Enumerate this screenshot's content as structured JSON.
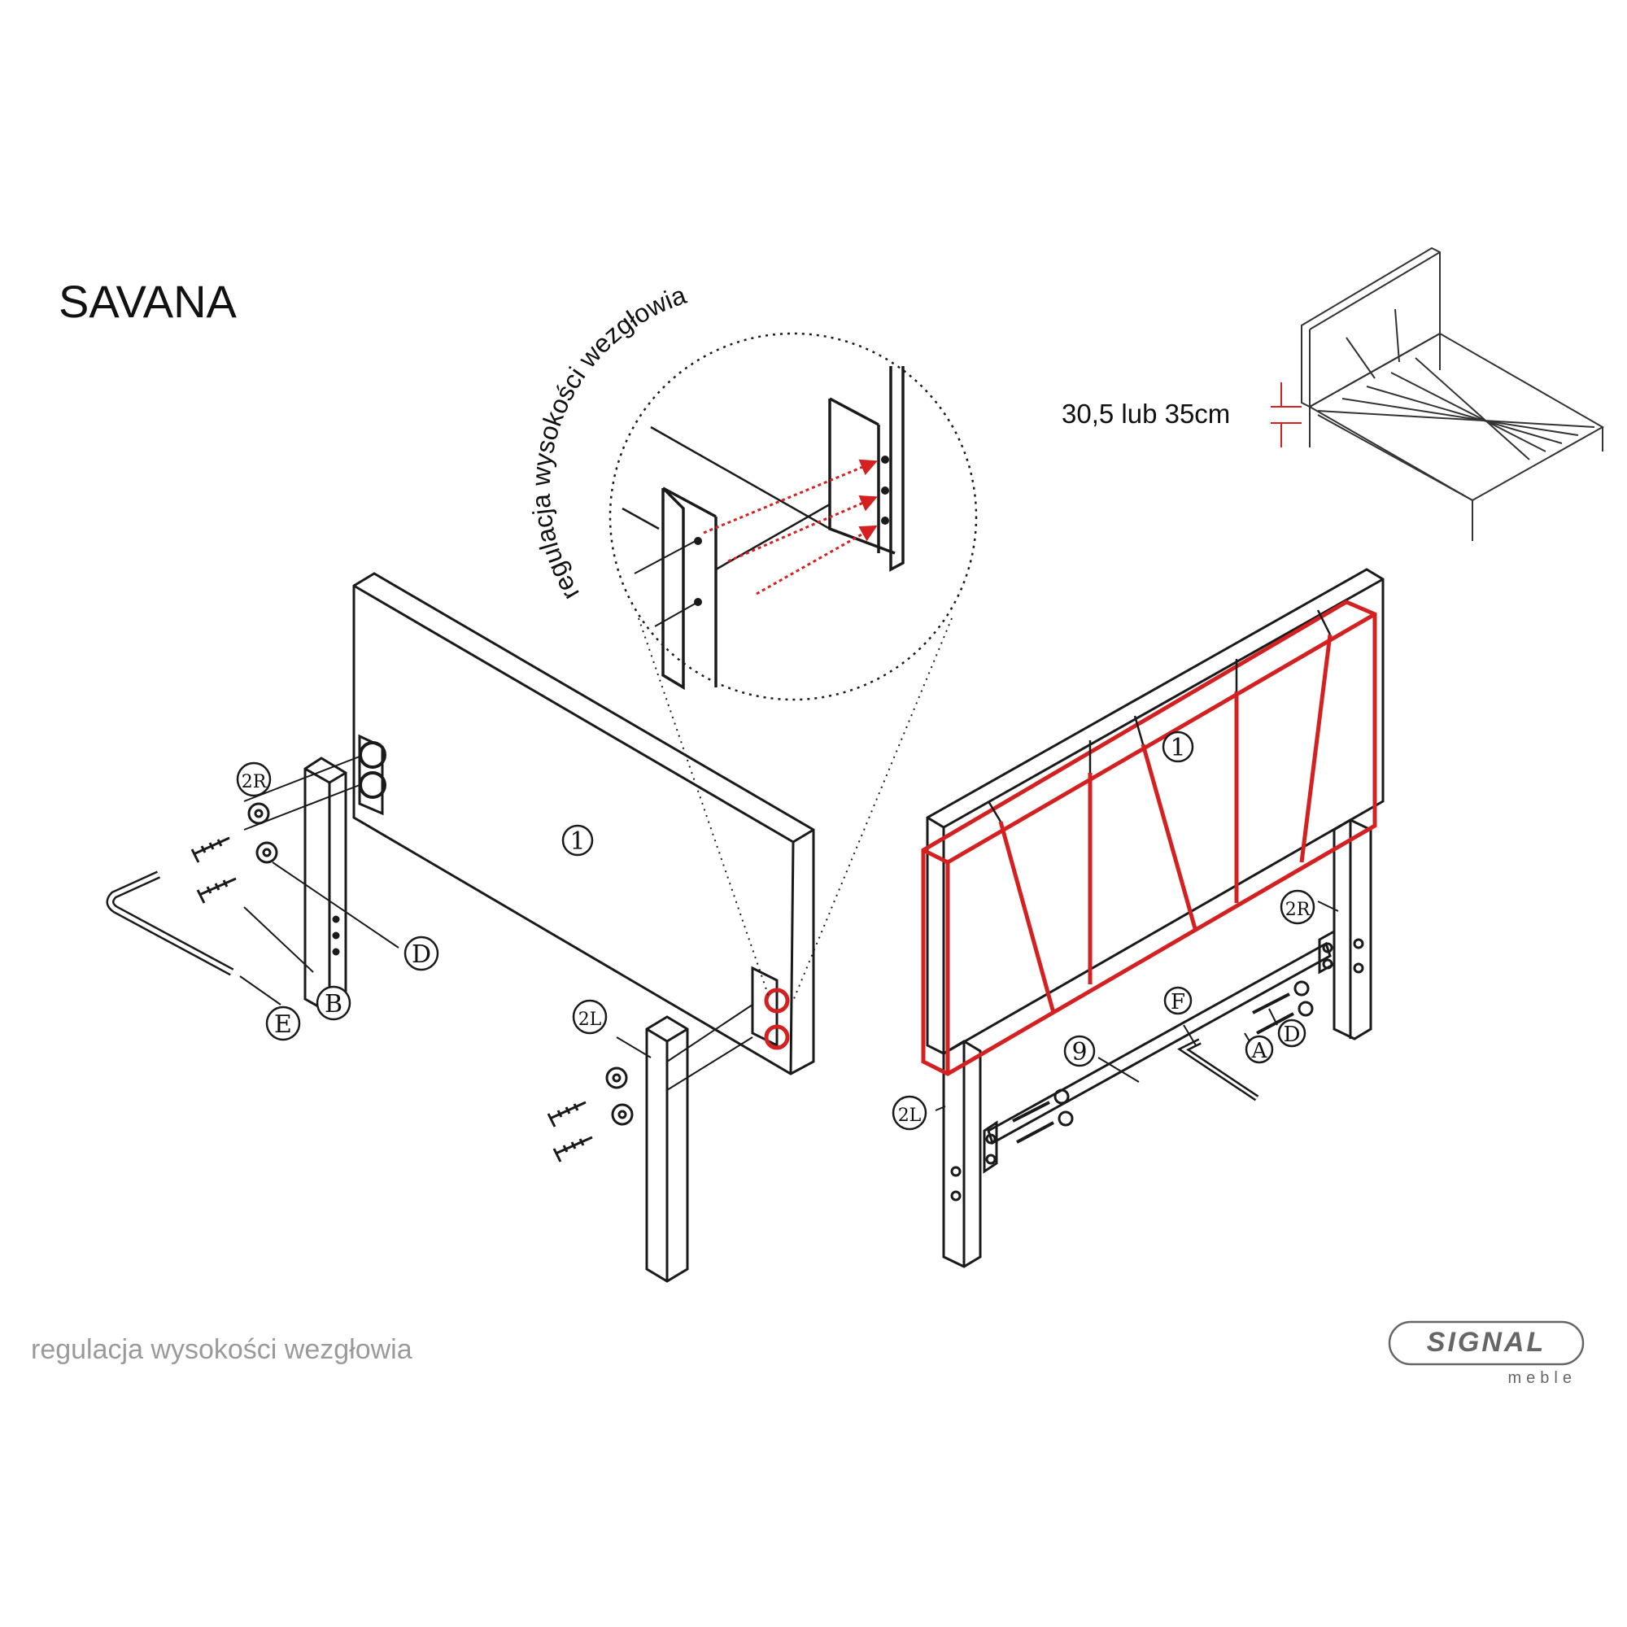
{
  "title": "SAVANA",
  "caption": "regulacja wysokości wezgłowia",
  "zoom_label": "regulacja wysokości wezgłowia",
  "dimension_label": "30,5 lub 35cm",
  "parts": {
    "headboard": "1",
    "leg_right": "2R",
    "leg_left": "2L",
    "rail": "9",
    "bolt": "A",
    "screw": "B",
    "washer": "D",
    "allen_key": "E",
    "bracket": "F"
  },
  "brand": {
    "name": "SIGNAL",
    "sub": "meble"
  },
  "colors": {
    "line": "#1a1a1a",
    "highlight": "#d42020",
    "caption": "#9a9a9a",
    "logo": "#666666"
  }
}
